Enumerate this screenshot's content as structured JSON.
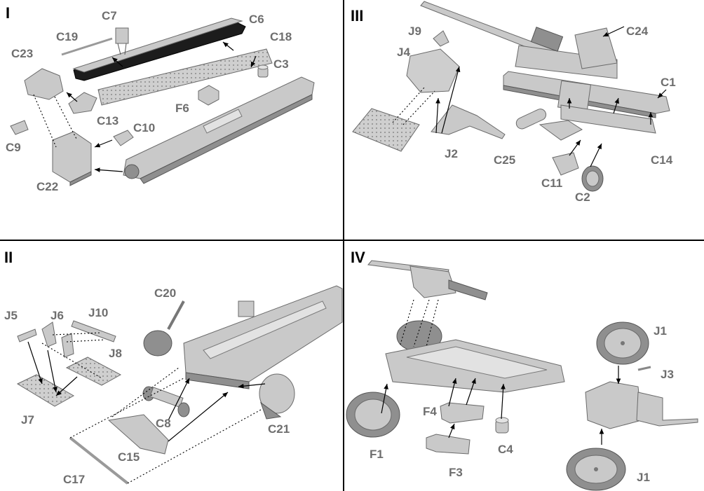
{
  "panels": [
    {
      "id": "I",
      "numeral": "I"
    },
    {
      "id": "II",
      "numeral": "II"
    },
    {
      "id": "III",
      "numeral": "III"
    },
    {
      "id": "IV",
      "numeral": "IV"
    }
  ],
  "labels": {
    "I": [
      "C7",
      "C6",
      "C19",
      "C18",
      "C23",
      "C3",
      "F6",
      "C13",
      "C10",
      "C9",
      "C22"
    ],
    "II": [
      "C20",
      "J5",
      "J6",
      "J10",
      "J8",
      "J7",
      "C8",
      "C21",
      "C15",
      "C17"
    ],
    "III": [
      "J9",
      "C24",
      "J4",
      "C1",
      "J2",
      "C25",
      "C14",
      "C11",
      "C2"
    ],
    "IV": [
      "J1",
      "J3",
      "F4",
      "F1",
      "C4",
      "F3",
      "J1"
    ]
  },
  "colors": {
    "background": "#ffffff",
    "label": "#6e6e6e",
    "numeral": "#000000",
    "part": "#c9c9c9"
  }
}
